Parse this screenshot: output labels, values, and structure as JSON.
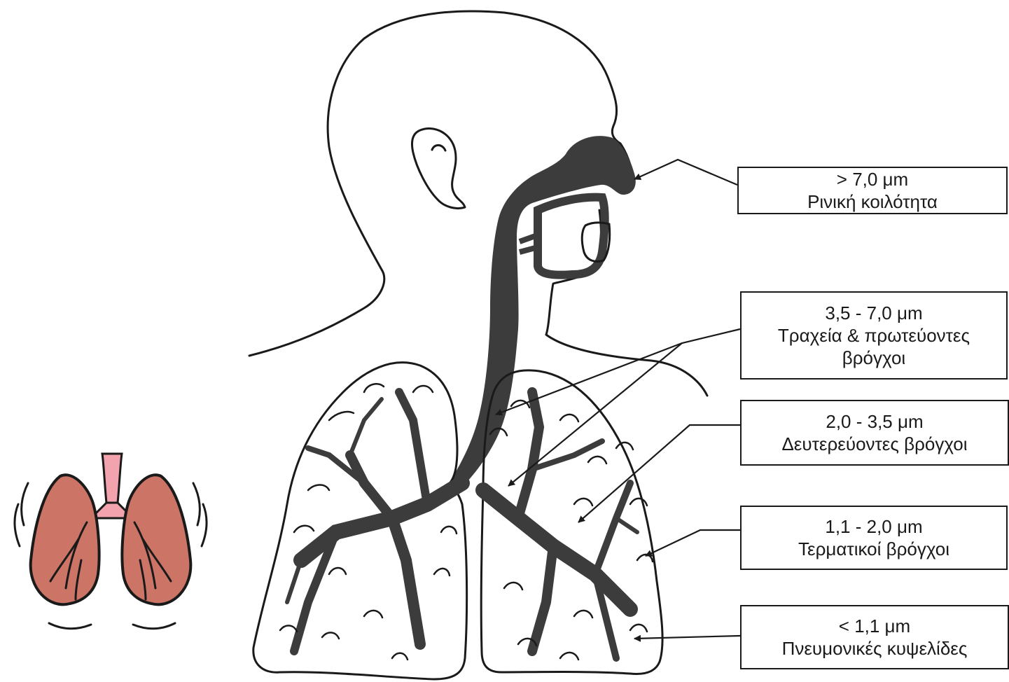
{
  "labels": {
    "nasal": {
      "size": "> 7,0 μm",
      "region": "Ρινική κοιλότητα"
    },
    "trachea": {
      "size": "3,5 - 7,0 μm",
      "region_line1": "Τραχεία & πρωτεύοντες",
      "region_line2": "βρόγχοι"
    },
    "secondary": {
      "size": "2,0 - 3,5 μm",
      "region": "Δευτερεύοντες βρόγχοι"
    },
    "terminal": {
      "size": "1,1 - 2,0 μm",
      "region": "Τερματικοί βρόγχοι"
    },
    "alveoli": {
      "size": "< 1,1 μm",
      "region": "Πνευμονικές κυψελίδες"
    }
  },
  "colors": {
    "line": "#1a1a1a",
    "airway": "#3c3c3c",
    "lung_icon_fill": "#cc7466",
    "trachea_icon_fill": "#f2a3ae"
  }
}
